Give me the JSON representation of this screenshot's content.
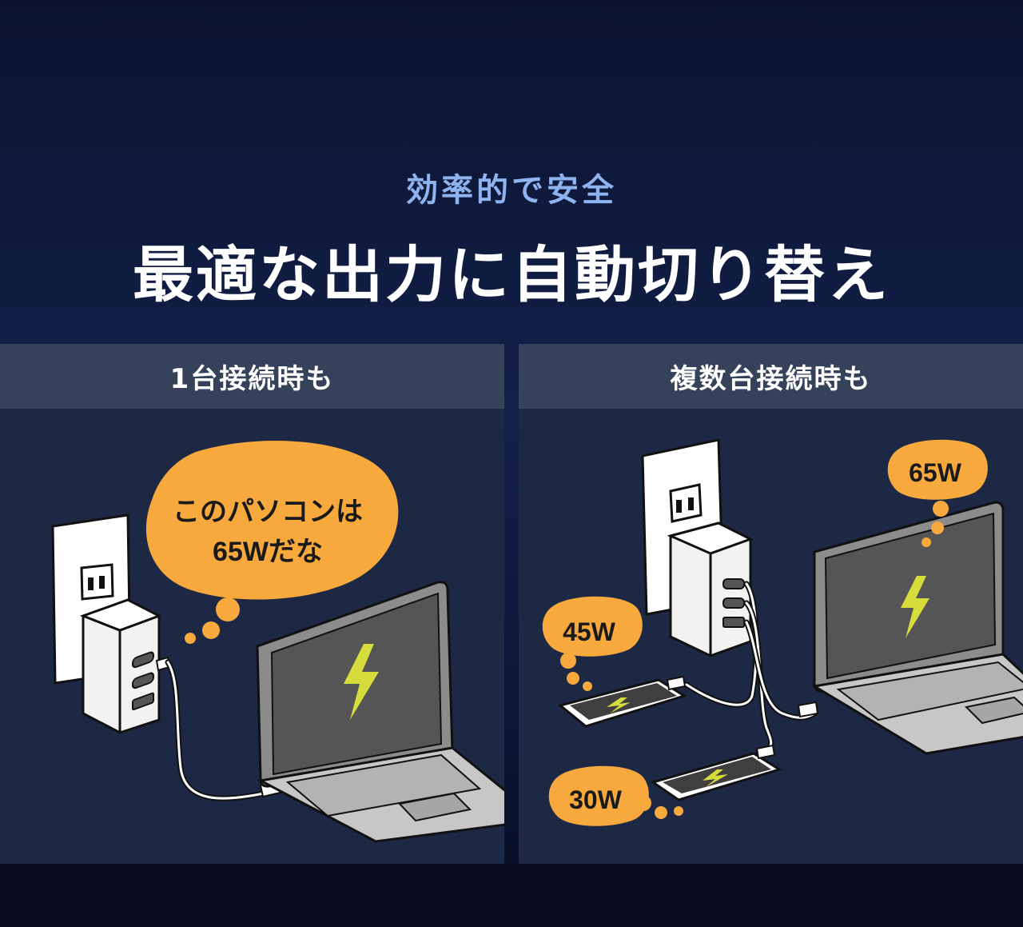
{
  "header": {
    "subtitle": "効率的で安全",
    "title": "最適な出力に自動切り替え"
  },
  "panels": [
    {
      "title": "1台接続時も",
      "bubble": {
        "line1": "このパソコンは",
        "line2": "65Wだな"
      }
    },
    {
      "title": "複数台接続時も",
      "bubbles": [
        {
          "label": "45W"
        },
        {
          "label": "30W"
        },
        {
          "label": "65W"
        }
      ]
    }
  ],
  "colors": {
    "accent_orange": "#f7a93e",
    "bolt_yellow": "#d6dc3c",
    "subtitle_blue": "#8fb3ef",
    "panel_bg": "#1d2845",
    "panel_header_bg": "#36425a"
  },
  "icons": [
    "outlet-icon",
    "charger-icon",
    "laptop-icon",
    "lightning-bolt-icon",
    "smartphone-icon"
  ]
}
